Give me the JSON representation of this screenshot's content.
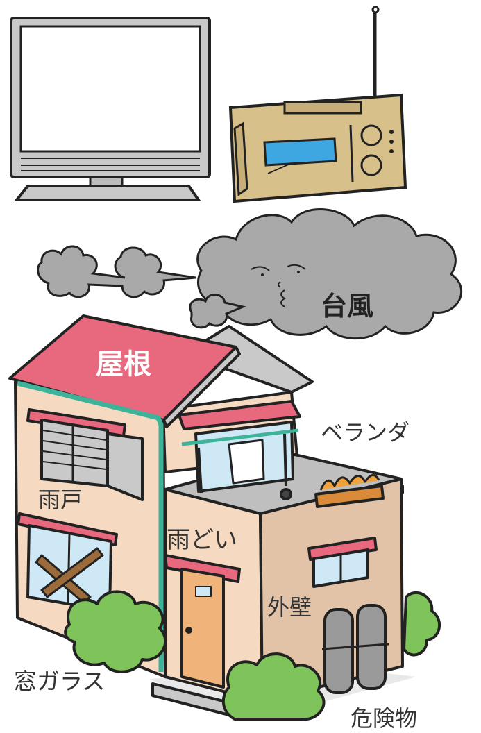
{
  "labels": {
    "typhoon": "台風",
    "roof": "屋根",
    "veranda": "ベランダ",
    "storm_shutter": "雨戸",
    "gutter": "雨どい",
    "exterior_wall": "外壁",
    "window_glass": "窓ガラス",
    "hazardous_items": "危険物"
  },
  "colors": {
    "roof": "#e8687e",
    "wall": "#f5d9c0",
    "side_wall": "#e3c3a8",
    "gutter": "#3fb39a",
    "bush": "#7fc45a",
    "cloud": "#a9a9a9",
    "radio": "#d8c08a",
    "radio_display": "#3ea6e0",
    "door": "#f0b47a",
    "window": "#cfe8f5",
    "gas_tank": "#9a9a9a"
  },
  "icons": [
    "tv-icon",
    "radio-icon",
    "typhoon-cloud-icon",
    "house-icon"
  ]
}
